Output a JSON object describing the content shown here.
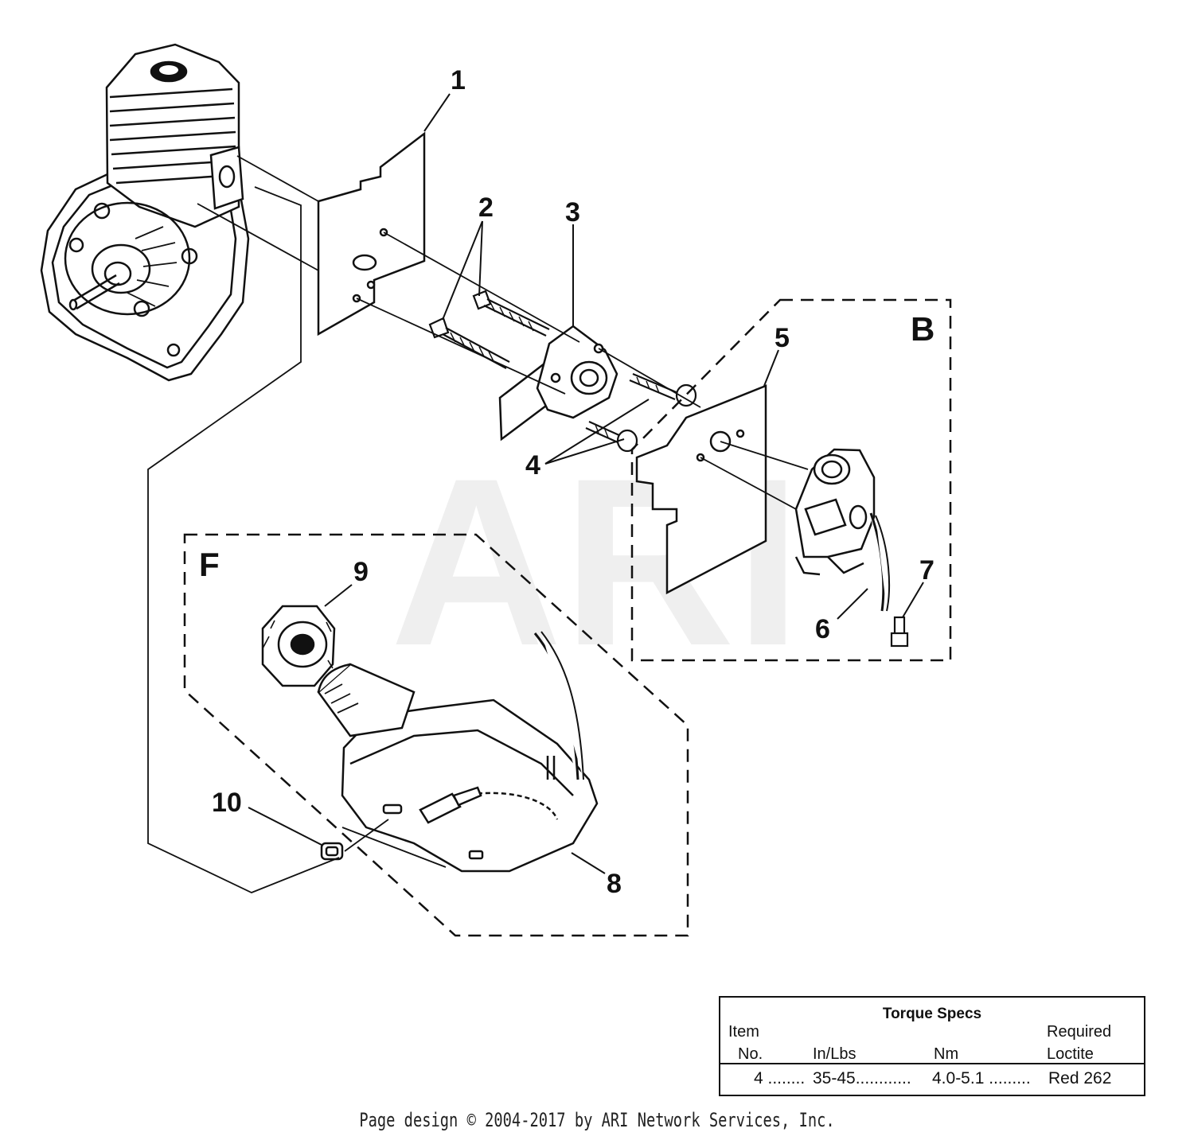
{
  "watermark": "ARI",
  "callouts": [
    "1",
    "2",
    "3",
    "4",
    "5",
    "6",
    "7",
    "8",
    "9",
    "10"
  ],
  "regions": {
    "b": "B",
    "f": "F"
  },
  "torque_specs": {
    "title": "Torque Specs",
    "col_item_line1": "Item",
    "col_item_line2": "No.",
    "col_inlbs": "In/Lbs",
    "col_nm": "Nm",
    "col_loctite_line1": "Required",
    "col_loctite_line2": "Loctite",
    "row": {
      "item": "4 ........",
      "inlbs": "35-45............",
      "nm": "4.0-5.1 .........",
      "loctite": "Red 262"
    }
  },
  "footer": "Page design © 2004-2017 by ARI Network Services, Inc."
}
